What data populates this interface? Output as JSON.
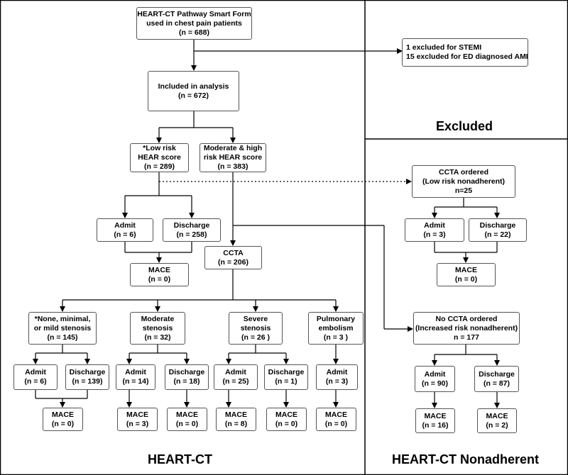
{
  "sections": {
    "excluded": "Excluded",
    "heart_ct": "HEART-CT",
    "nonadherent": "HEART-CT Nonadherent"
  },
  "nodes": {
    "smartform": {
      "l1": "HEART-CT Pathway Smart Form",
      "l2": "used in chest pain patients",
      "l3": "(n = 688)"
    },
    "excluded": {
      "l1": "1 excluded for STEMI",
      "l2": "15 excluded for ED diagnosed AMI"
    },
    "included": {
      "l1": "Included in analysis",
      "l2": "(n = 672)"
    },
    "lowrisk": {
      "l1": "*Low risk",
      "l2": "HEAR score",
      "l3": "(n = 289)"
    },
    "modhigh": {
      "l1": "Moderate & high",
      "l2": "risk HEAR score",
      "l3": "(n = 383)"
    },
    "admit_low": {
      "l1": "Admit",
      "l2": "(n = 6)"
    },
    "discharge_low": {
      "l1": "Discharge",
      "l2": "(n = 258)"
    },
    "mace_low": {
      "l1": "MACE",
      "l2": "(n = 0)"
    },
    "ccta": {
      "l1": "CCTA",
      "l2": "(n = 206)"
    },
    "none_mild": {
      "l1": "*None, minimal,",
      "l2": "or mild stenosis",
      "l3": "(n = 145)"
    },
    "moderate": {
      "l1": "Moderate",
      "l2": "stenosis",
      "l3": "(n = 32)"
    },
    "severe": {
      "l1": "Severe",
      "l2": "stenosis",
      "l3": "(n = 26 )"
    },
    "pe": {
      "l1": "Pulmonary",
      "l2": "embolism",
      "l3": "(n = 3 )"
    },
    "admit_none": {
      "l1": "Admit",
      "l2": "(n = 6)"
    },
    "discharge_none": {
      "l1": "Discharge",
      "l2": "(n = 139)"
    },
    "admit_mod": {
      "l1": "Admit",
      "l2": "(n = 14)"
    },
    "discharge_mod": {
      "l1": "Discharge",
      "l2": "(n = 18)"
    },
    "admit_sev": {
      "l1": "Admit",
      "l2": "(n = 25)"
    },
    "discharge_sev": {
      "l1": "Discharge",
      "l2": "(n = 1)"
    },
    "admit_pe": {
      "l1": "Admit",
      "l2": "(n = 3)"
    },
    "mace_none": {
      "l1": "MACE",
      "l2": "(n = 0)"
    },
    "mace_mod_admit": {
      "l1": "MACE",
      "l2": "(n = 3)"
    },
    "mace_mod_dis": {
      "l1": "MACE",
      "l2": "(n = 0)"
    },
    "mace_sev_admit": {
      "l1": "MACE",
      "l2": "(n = 8)"
    },
    "mace_sev_dis": {
      "l1": "MACE",
      "l2": "(n = 0)"
    },
    "mace_pe": {
      "l1": "MACE",
      "l2": "(n = 0)"
    },
    "ccta_ordered": {
      "l1": "CCTA ordered",
      "l2": "(Low risk nonadherent)",
      "l3": "n=25"
    },
    "admit_na_low": {
      "l1": "Admit",
      "l2": "(n = 3)"
    },
    "discharge_na_low": {
      "l1": "Discharge",
      "l2": "(n = 22)"
    },
    "mace_na_low": {
      "l1": "MACE",
      "l2": "(n = 0)"
    },
    "no_ccta": {
      "l1": "No CCTA ordered",
      "l2": "(Increased risk nonadherent)",
      "l3": "n = 177"
    },
    "admit_na_inc": {
      "l1": "Admit",
      "l2": "(n = 90)"
    },
    "discharge_na_inc": {
      "l1": "Discharge",
      "l2": "(n = 87)"
    },
    "mace_na_admit": {
      "l1": "MACE",
      "l2": "(n = 16)"
    },
    "mace_na_dis": {
      "l1": "MACE",
      "l2": "(n = 2)"
    }
  }
}
